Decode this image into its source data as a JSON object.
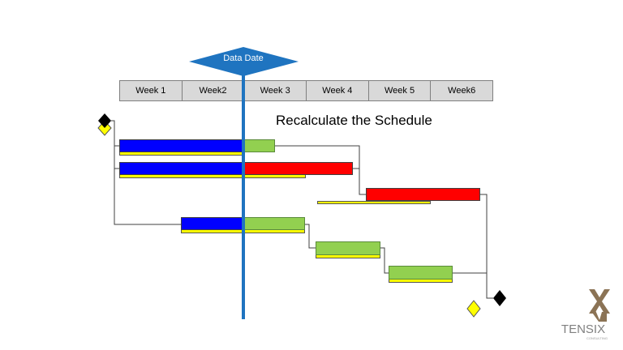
{
  "data_date": {
    "label": "Data Date"
  },
  "timeline": {
    "weeks": [
      "Week 1",
      "Week2",
      "Week 3",
      "Week 4",
      "Week 5",
      "Week6"
    ]
  },
  "title": "Recalculate the Schedule",
  "colors": {
    "completed": "#0000ff",
    "remaining": "#92d050",
    "critical": "#ff0000",
    "baseline": "#ffff00",
    "data_date_line": "#1f74c0"
  },
  "logo": {
    "text": "TENSIX",
    "subtext": "CONSULTING",
    "mark": "XVI"
  }
}
